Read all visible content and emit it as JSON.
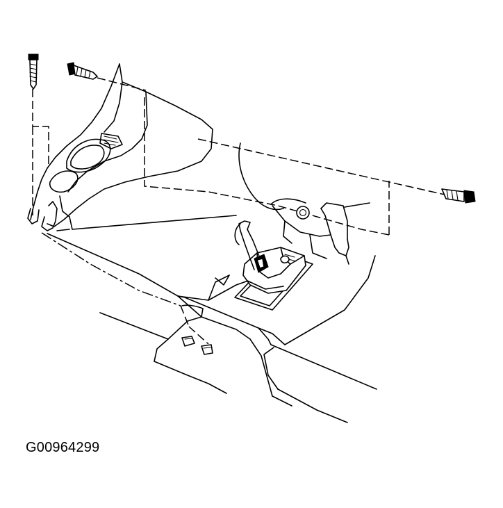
{
  "figure": {
    "code": "G00964299"
  },
  "components": {
    "screw_vertical_icon": "screw-icon",
    "screw_upper_icon": "screw-icon",
    "screw_right_icon": "screw-icon",
    "console_panel_icon": "console-trim-panel",
    "shifter_icon": "gear-shifter",
    "floor_bracket_icon": "mounting-bracket"
  }
}
